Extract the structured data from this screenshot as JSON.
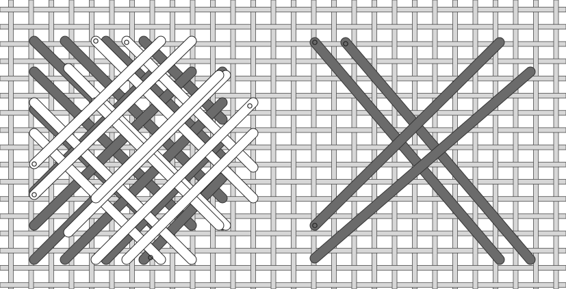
{
  "colors": {
    "canvas": "#ffffff",
    "thread_fill": "#d7d7d7",
    "thread_outline": "#4a4a4a",
    "dark_stitch": "#6b6b6b",
    "dark_stitch_outline": "#333333",
    "light_stitch": "#ffffff",
    "light_stitch_outline": "#222222"
  },
  "diagram": {
    "type": "needlework-stitch-diagram",
    "panels": [
      {
        "name": "left-panel",
        "description_visible": false,
        "dark_stitch_count": 12,
        "light_stitch_count": 12,
        "needle_marks": 6
      },
      {
        "name": "right-panel",
        "description_visible": false,
        "dark_stitch_count": 4,
        "needle_marks": 3
      }
    ]
  }
}
